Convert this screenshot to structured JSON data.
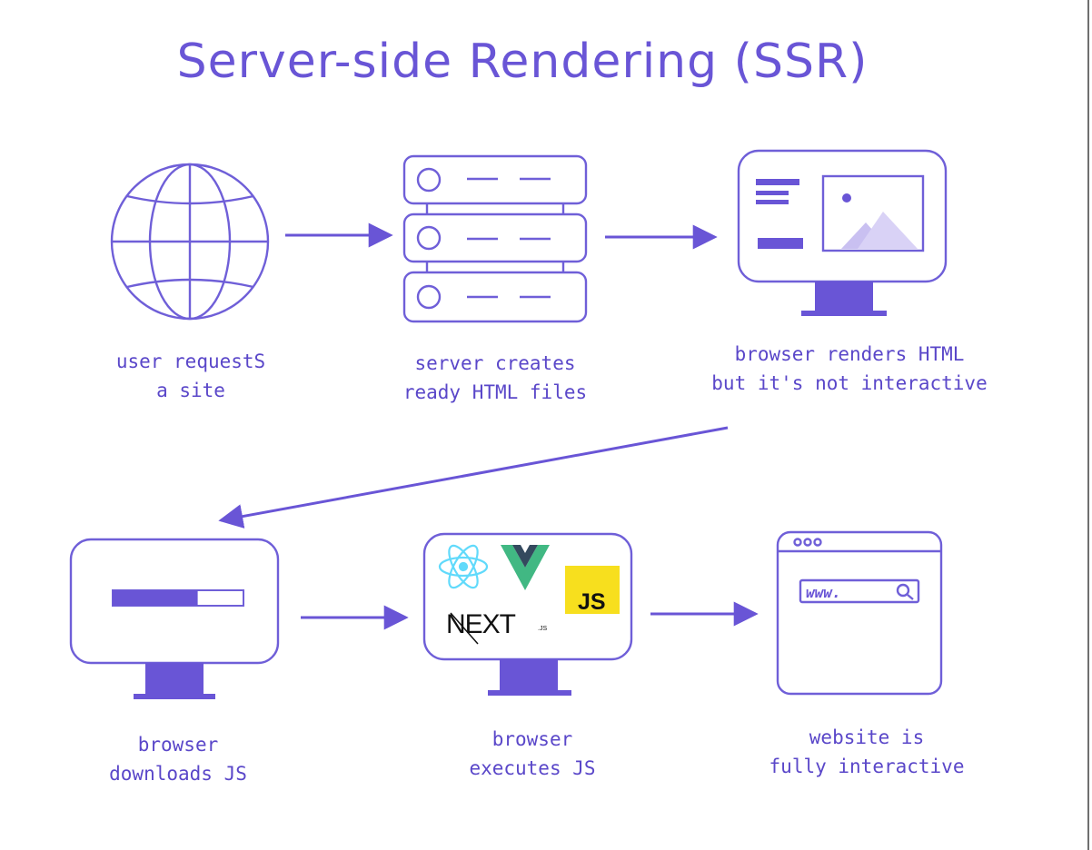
{
  "title": "Server-side Rendering (SSR)",
  "steps": [
    {
      "line1": "user requestS",
      "line2": "a site",
      "icon": "globe-icon"
    },
    {
      "line1": "server creates",
      "line2": "ready HTML files",
      "icon": "server-icon"
    },
    {
      "line1": "browser renders HTML",
      "line2": "but it's not interactive",
      "icon": "monitor-icon"
    },
    {
      "line1": "browser",
      "line2": "downloads JS",
      "icon": "monitor-loading-icon",
      "progress": 0.65
    },
    {
      "line1": "browser",
      "line2": "executes JS",
      "icon": "monitor-js-icon"
    },
    {
      "line1": "website is",
      "line2": "fully interactive",
      "icon": "browser-window-icon"
    }
  ],
  "logos": {
    "js": "JS",
    "next": "NEXT",
    "next_sub": ".JS"
  },
  "browser": {
    "url_text": "www."
  },
  "colors": {
    "accent": "#6955d6",
    "stroke": "#6f5fd8",
    "js_yellow": "#f7df1e",
    "vue_green": "#41b883",
    "vue_dark": "#34495e",
    "react_blue": "#61dafb"
  }
}
